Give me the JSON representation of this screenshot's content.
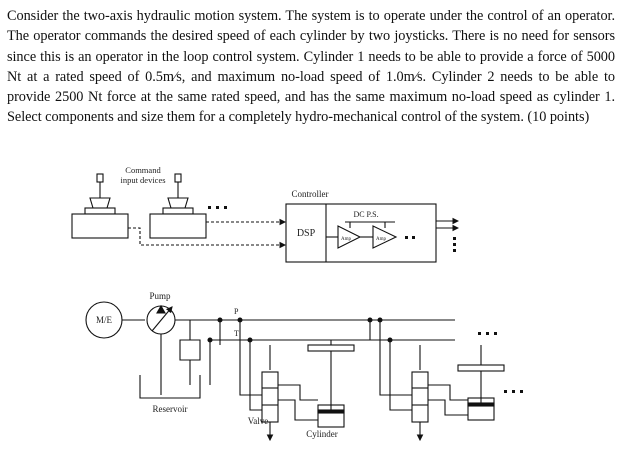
{
  "problem": {
    "text": "Consider the two-axis hydraulic motion system. The system is to operate under the control of an operator. The operator commands the desired speed of each cylinder by two joysticks. There is no need for sensors since this is an operator in the loop control system. Cylinder 1 needs to be able to provide a force of 5000 Nt at a rated speed of 0.5m⁄s, and maximum no-load speed of 1.0m⁄s. Cylinder 2 needs to be able to provide 2500 Nt force at the same rated speed, and has the same maximum no-load speed as cylinder 1. Select components and size them for a completely hydro-mechanical control of the system. (10 points)"
  },
  "diagram": {
    "command_label_1": "Command",
    "command_label_2": "input devices",
    "controller_label": "Controller",
    "dsp_label": "DSP",
    "dcps_label": "DC P.S.",
    "amp_label": "Amp",
    "me_label": "M/E",
    "pump_label": "Pump",
    "p_label": "P",
    "t_label": "T",
    "reservoir_label": "Reservoir",
    "valve_label": "Valve",
    "cylinder_label": "Cylinder"
  }
}
